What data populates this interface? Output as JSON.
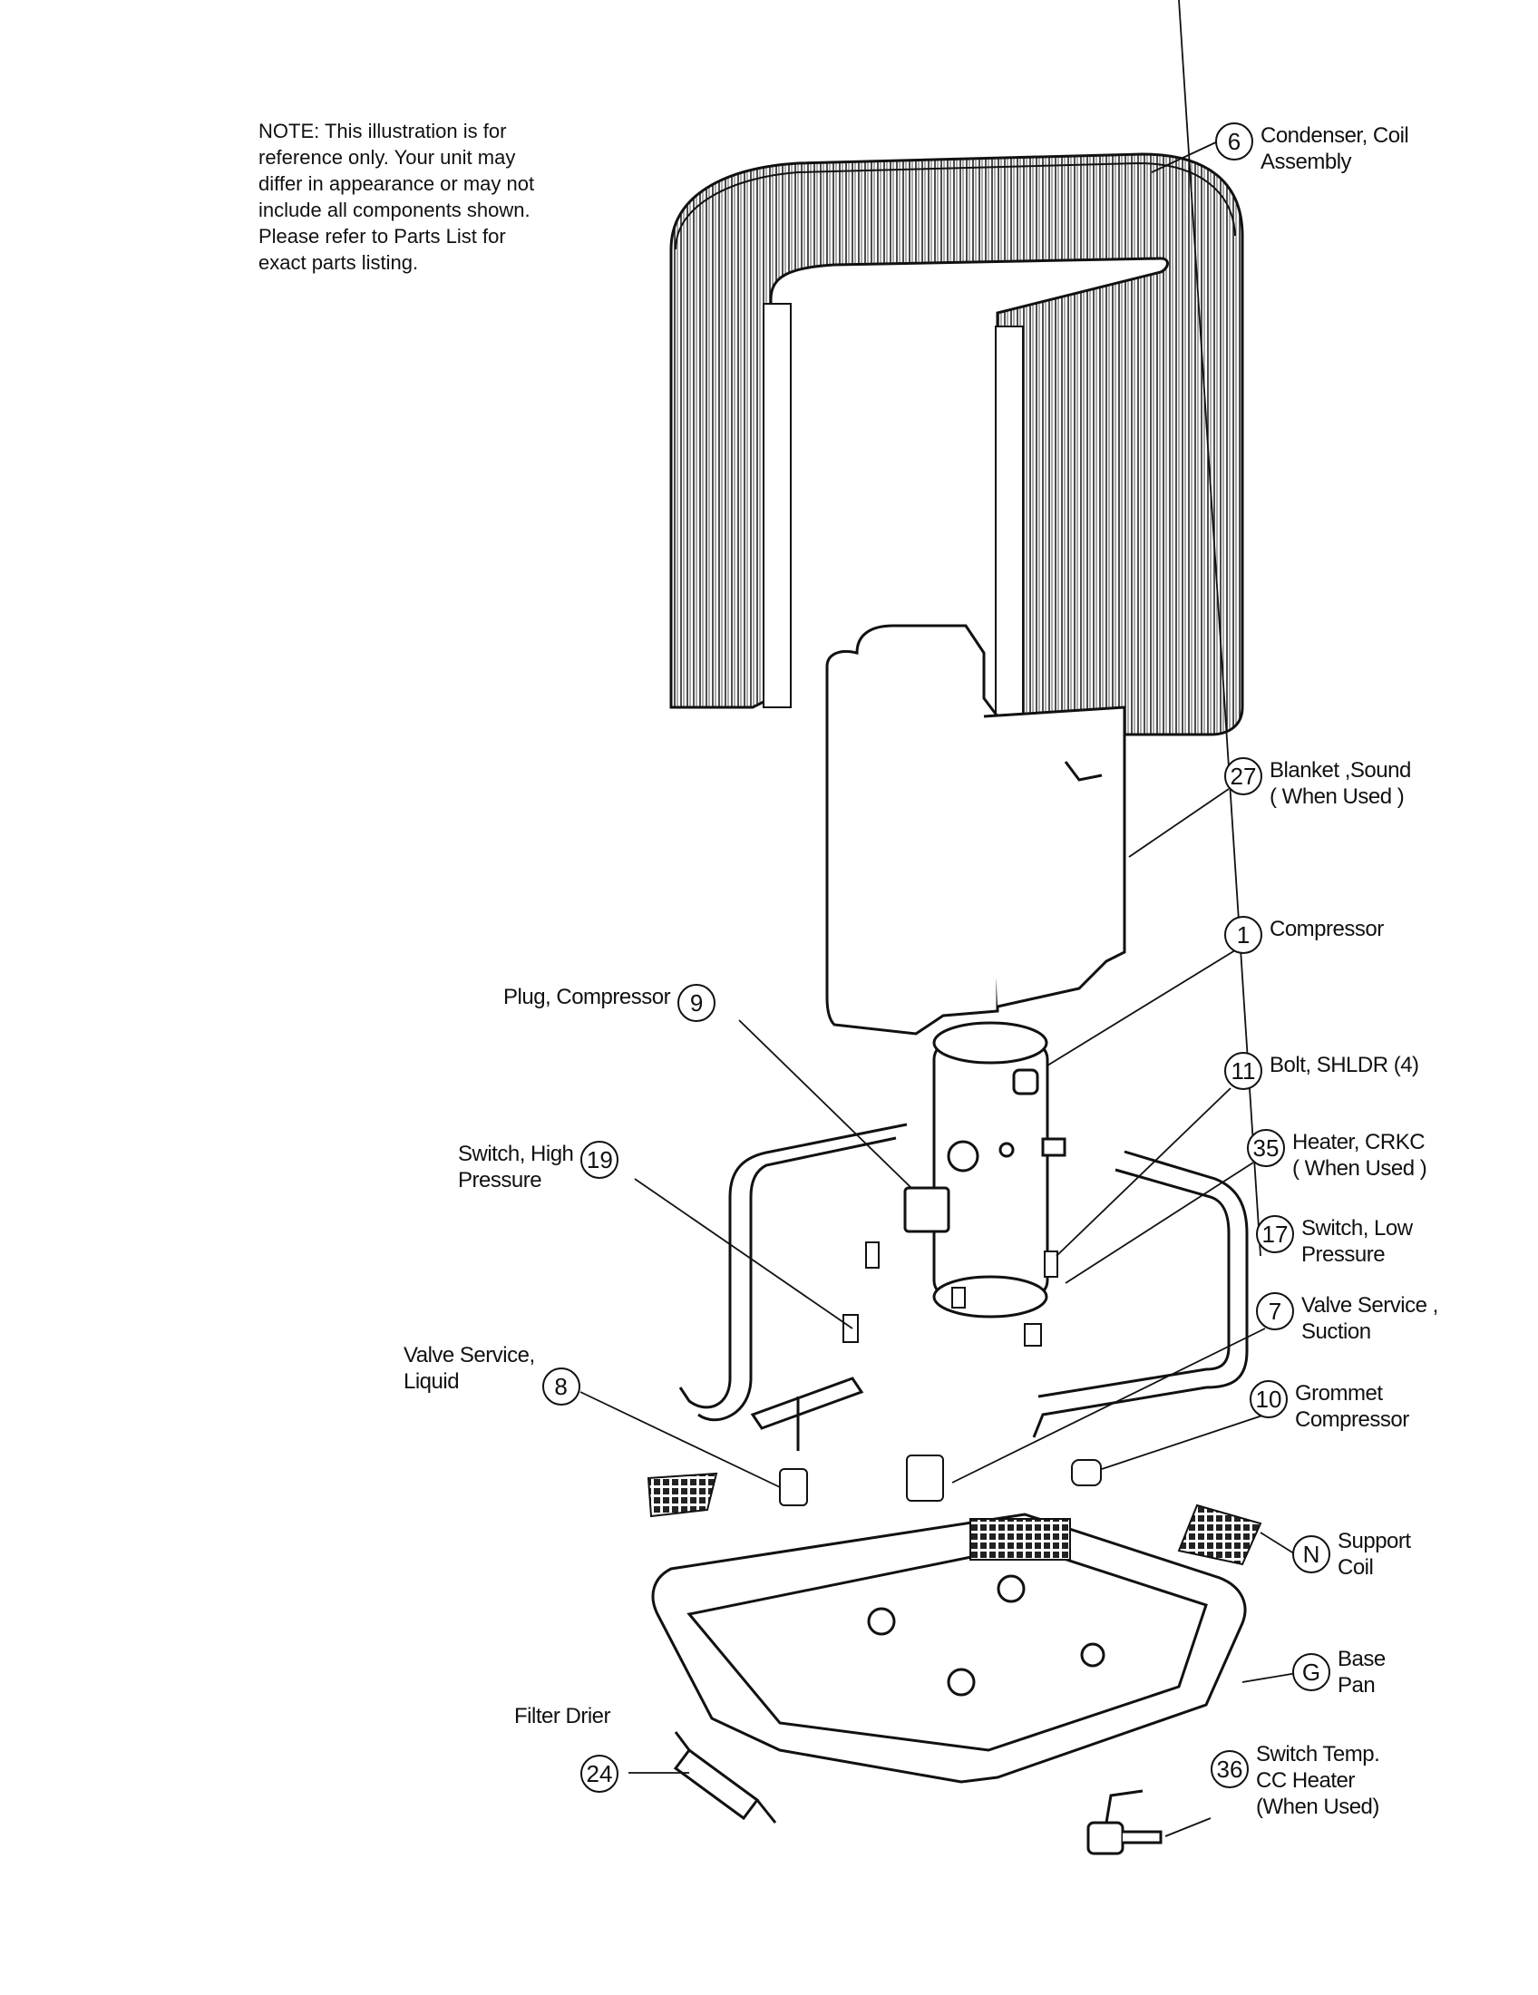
{
  "note": "NOTE: This illustration is for\nreference only.  Your unit may\ndiffer in appearance or may not\ninclude all components shown.\nPlease refer to Parts List for\nexact parts listing.",
  "callouts": [
    {
      "id": "6",
      "label": "Condenser, Coil\nAssembly"
    },
    {
      "id": "27",
      "label": "Blanket ,Sound\n( When Used )"
    },
    {
      "id": "1",
      "label": "Compressor"
    },
    {
      "id": "9",
      "label": "Plug, Compressor"
    },
    {
      "id": "11",
      "label": "Bolt, SHLDR (4)"
    },
    {
      "id": "35",
      "label": "Heater, CRKC\n( When Used )"
    },
    {
      "id": "19",
      "label": "Switch, High\nPressure"
    },
    {
      "id": "17",
      "label": "Switch, Low\nPressure"
    },
    {
      "id": "7",
      "label": "Valve Service ,\nSuction"
    },
    {
      "id": "8",
      "label": "Valve Service,\nLiquid"
    },
    {
      "id": "10",
      "label": "Grommet\nCompressor"
    },
    {
      "id": "N",
      "label": "Support\nCoil"
    },
    {
      "id": "G",
      "label": "Base\nPan"
    },
    {
      "id": "24",
      "label": "Filter Drier"
    },
    {
      "id": "36",
      "label": "Switch Temp.\nCC Heater\n(When Used)"
    }
  ]
}
